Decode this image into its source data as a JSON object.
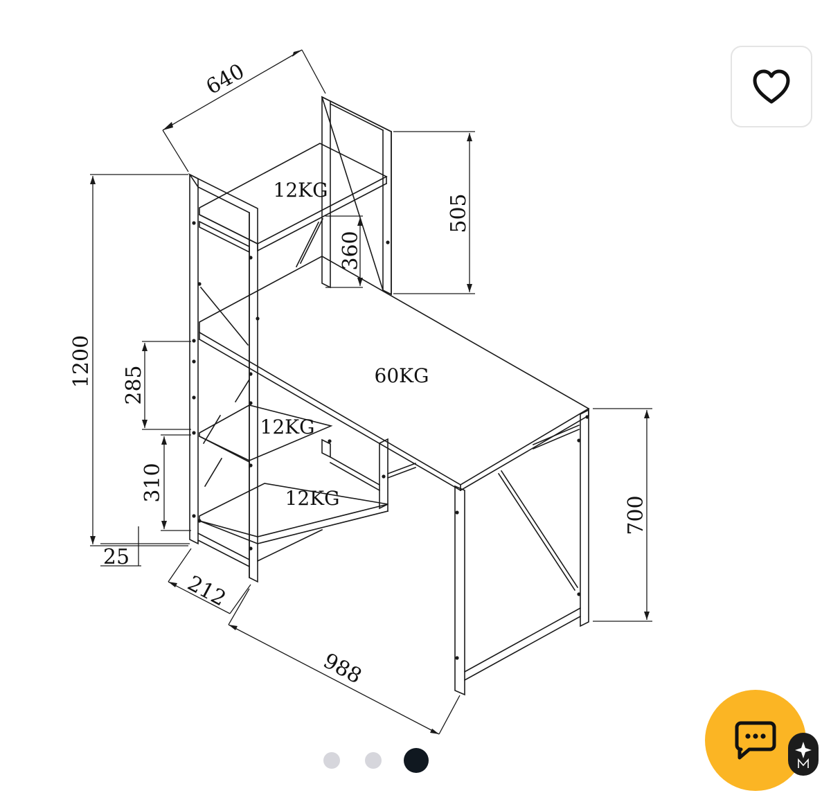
{
  "diagram": {
    "dimensions": {
      "depth": "640",
      "top_shelf_height": "505",
      "upper_gap": "360",
      "total_height": "1200",
      "shelf_gap_upper": "285",
      "shelf_gap_lower": "310",
      "foot_height": "25",
      "shelf_width": "212",
      "desk_length": "988",
      "desk_height": "700"
    },
    "loads": {
      "top_shelf": "12KG",
      "desk_top": "60KG",
      "middle_shelf": "12KG",
      "bottom_shelf": "12KG"
    }
  },
  "carousel": {
    "slide_count": 3,
    "active_index": 3
  },
  "icons": {
    "favorite": "heart-outline-icon",
    "chat": "chat-bubble-icon",
    "badge": "brand-logo-icon"
  },
  "colors": {
    "chat_button": "#fbb524",
    "active_dot": "#101820",
    "inactive_dot": "#d6d6dc",
    "line": "#1a1a1a"
  }
}
